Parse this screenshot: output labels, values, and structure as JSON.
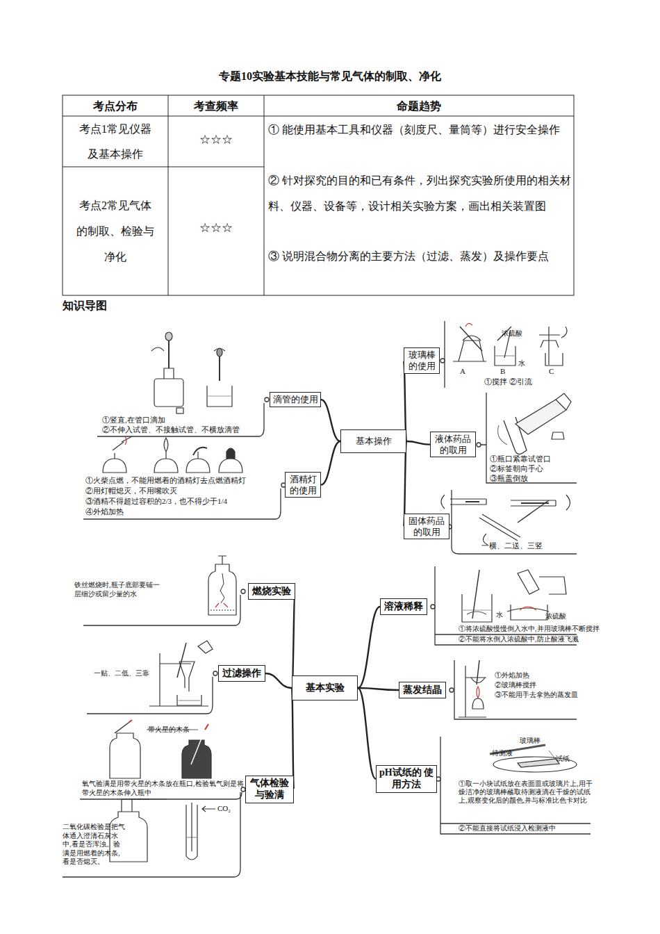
{
  "diagram": {
    "title": "专题10实验基本技能与常见气体的制取、净化",
    "nodes": [
      {
        "text": [
          "基本操作"
        ]
      },
      {
        "text": [
          "玻璃棒 的使用"
        ]
      },
      {
        "text": [
          "滴管的使用"
        ]
      },
      {
        "text": [
          "液体药品 的取用"
        ]
      },
      {
        "text": [
          "酒精灯 的使用"
        ]
      },
      {
        "text": [
          "固体药品 的取用"
        ]
      },
      {
        "text": [
          "燃烧实验"
        ]
      },
      {
        "text": [
          "溶液稀释"
        ]
      },
      {
        "text": [
          "过滤操作"
        ]
      },
      {
        "text": [
          "基本实验"
        ]
      },
      {
        "text": [
          "蒸发结晶"
        ]
      },
      {
        "text": [
          "气体检验 与验满"
        ]
      },
      {
        "text": [
          "pH试纸的 使用方法"
        ]
      }
    ],
    "edges": [
      {
        "from": 0,
        "to": 1,
        "arrow": "none"
      },
      {
        "from": 0,
        "to": 2,
        "arrow": "none"
      },
      {
        "from": 0,
        "to": 3,
        "arrow": "none"
      },
      {
        "from": 0,
        "to": 4,
        "arrow": "none"
      },
      {
        "from": 0,
        "to": 5,
        "arrow": "none"
      },
      {
        "from": 9,
        "to": 6,
        "arrow": "none"
      },
      {
        "from": 9,
        "to": 7,
        "arrow": "none"
      },
      {
        "from": 9,
        "to": 8,
        "arrow": "none"
      },
      {
        "from": 9,
        "to": 10,
        "arrow": "none"
      },
      {
        "from": 9,
        "to": 11,
        "arrow": "none"
      },
      {
        "from": 9,
        "to": 12,
        "arrow": "none"
      }
    ],
    "labels": [
      "考点分布",
      "考查频率",
      "命题趋势",
      "考点1常见仪器及基本操作",
      "☆☆☆",
      "① 能使用基本工具和仪器（刻度尺、量筒等）进行安全操作",
      "考点2常见气体的制取、检验与净化",
      "☆☆☆",
      "② 针对探究的目的和已有条件，列出探究实验所使用的相关材料、仪器、设备等，设计相关实验方案，画出相关装置图",
      "③ 说明混合物分离的主要方法（过滤、蒸发）及操作要点",
      "知识导图",
      "①竖直,在管口滴加",
      "②不伸入试管、不接触试管、不横放滴管",
      "①火柴点燃，不能用燃着的酒精灯去点燃酒精灯",
      "②用灯帽熄灭，不用嘴吹灭",
      "③酒精不得超过容积的2/3，也不得少于1/4",
      "④外焰加热",
      "浓硫酸",
      "水",
      "A",
      "B",
      "C",
      "①搅拌 ②引流",
      "①瓶口紧靠试管口",
      "②标签朝向手心",
      "③瓶盖倒放",
      "一横、二送、三竖",
      "铁丝燃烧时,瓶子底部要铺一层细沙或留少量的水",
      "一贴、二低、三靠",
      "带火星的木条",
      "氧气验满是用带火星的木条放在瓶口,检验氧气则是将带火星的木条伸入瓶中",
      "二氧化碳检验是把气体通入澄清石灰水中,看是否浑浊。验满是用燃着的木条,看是否熄灭。",
      "CO₂",
      "水",
      "浓硫酸",
      "①将浓硫酸慢慢倒入水中,并用玻璃棒不断搅拌",
      "②不能将水倒入浓硫酸中,防止酸液飞溅",
      "①外焰加热",
      "②玻璃棒搅拌",
      "③不能用手去拿热的蒸发皿",
      "玻璃棒",
      "待测液",
      "试纸",
      "①取一小块试纸放在表面皿或玻璃片上,用干燥洁净的玻璃棒蘸取待测液滴在干燥的试纸上,观察变化后的颜色,并与标准比色卡对比",
      "②不能直接将试纸浸入检测液中"
    ]
  }
}
